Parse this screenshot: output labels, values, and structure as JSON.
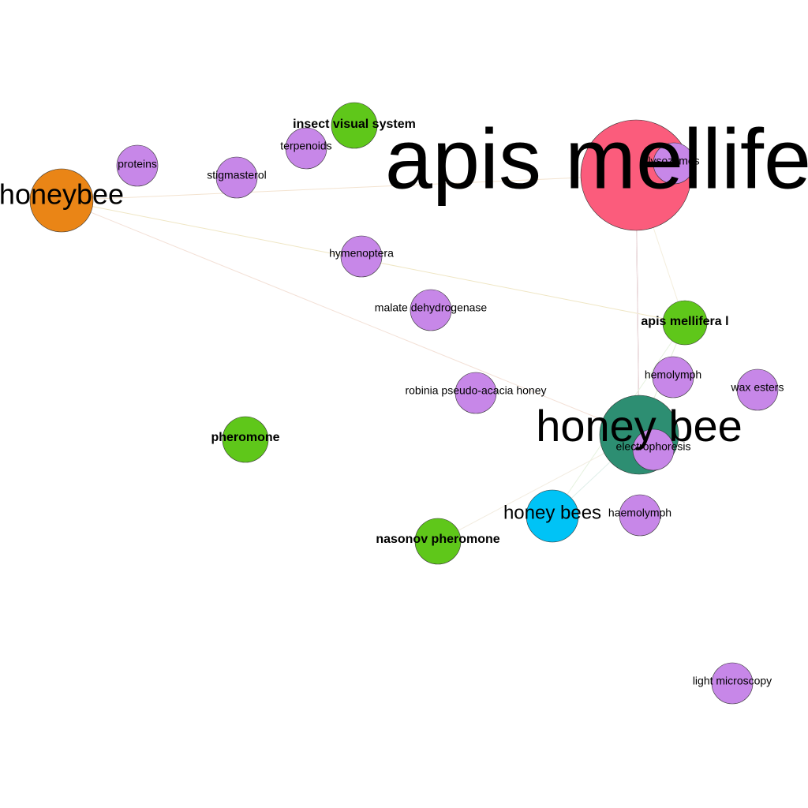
{
  "graph": {
    "nodes": [
      {
        "id": "apis_mellifera",
        "label": "apis mellifera",
        "color": "#fb5c7c",
        "weight": "bold-large"
      },
      {
        "id": "honeybee",
        "label": "honeybee",
        "color": "#ea8516"
      },
      {
        "id": "honey_bee",
        "label": "honey bee",
        "color": "#2d8e72"
      },
      {
        "id": "honey_bees",
        "label": "honey bees",
        "color": "#00c3f6"
      },
      {
        "id": "insect_visual_system",
        "label": "insect visual system",
        "color": "#5fc71a"
      },
      {
        "id": "apis_mellifera_l",
        "label": "apis mellifera l",
        "color": "#5fc71a"
      },
      {
        "id": "pheromone",
        "label": "pheromone",
        "color": "#5fc71a"
      },
      {
        "id": "nasonov_pheromone",
        "label": "nasonov pheromone",
        "color": "#5fc71a"
      },
      {
        "id": "proteins",
        "label": "proteins",
        "color": "#c787e8"
      },
      {
        "id": "terpenoids",
        "label": "terpenoids",
        "color": "#c787e8"
      },
      {
        "id": "stigmasterol",
        "label": "stigmasterol",
        "color": "#c787e8"
      },
      {
        "id": "lysozymes",
        "label": "lysozymes",
        "color": "#c787e8"
      },
      {
        "id": "hymenoptera",
        "label": "hymenoptera",
        "color": "#c787e8"
      },
      {
        "id": "malate_dehydrogenase",
        "label": "malate dehydrogenase",
        "color": "#c787e8"
      },
      {
        "id": "hemolymph",
        "label": "hemolymph",
        "color": "#c787e8"
      },
      {
        "id": "wax_esters",
        "label": "wax esters",
        "color": "#c787e8"
      },
      {
        "id": "robinia",
        "label": "robinia pseudo-acacia honey",
        "color": "#c787e8"
      },
      {
        "id": "electrophoresis",
        "label": "electrophoresis",
        "color": "#c787e8"
      },
      {
        "id": "haemolymph",
        "label": "haemolymph",
        "color": "#c787e8"
      },
      {
        "id": "light_microscopy",
        "label": "light microscopy",
        "color": "#c787e8"
      }
    ],
    "edges": [
      {
        "source": "apis_mellifera",
        "target": "honey_bee",
        "color": "#b07a84"
      },
      {
        "source": "honeybee",
        "target": "apis_mellifera",
        "color": "#f3e3d0"
      },
      {
        "source": "honeybee",
        "target": "apis_mellifera_l",
        "color": "#efe6c4"
      },
      {
        "source": "honeybee",
        "target": "honey_bee",
        "color": "#f3e0d6"
      },
      {
        "source": "apis_mellifera",
        "target": "apis_mellifera_l",
        "color": "#f4eedd"
      },
      {
        "source": "apis_mellifera",
        "target": "honey_bee",
        "color": "#f6ecec"
      },
      {
        "source": "apis_mellifera_l",
        "target": "honey_bees",
        "color": "#e6f2df"
      },
      {
        "source": "apis_mellifera_l",
        "target": "honey_bee",
        "color": "#e4f0dc"
      },
      {
        "source": "honey_bee",
        "target": "nasonov_pheromone",
        "color": "#f2ece0"
      },
      {
        "source": "honey_bee",
        "target": "honey_bees",
        "color": "#dfeee9"
      }
    ]
  }
}
